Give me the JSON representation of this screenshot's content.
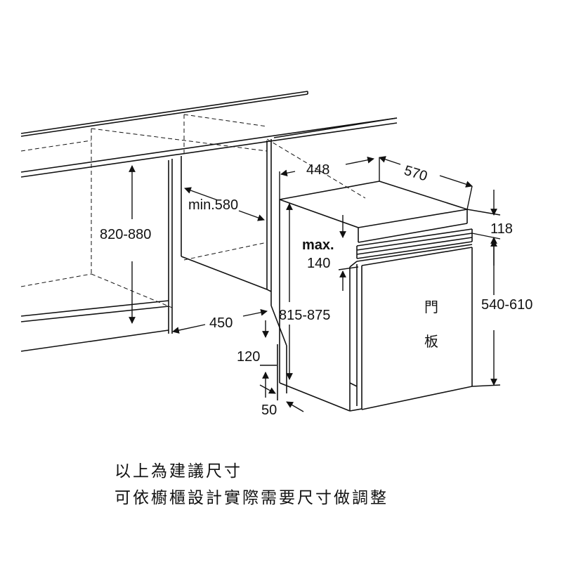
{
  "dimensions": {
    "niche_height": "820-880",
    "min_depth": "min.580",
    "niche_width_bottom": "450",
    "top_width": "448",
    "top_depth": "570",
    "top_gap": "118",
    "max_label": "max.",
    "max_value": "140",
    "body_height": "815-875",
    "door_height": "540-610",
    "plinth_height": "120",
    "plinth_depth": "50"
  },
  "door_panel": {
    "char1": "門",
    "char2": "板"
  },
  "notes": {
    "line1": "以上為建議尺寸",
    "line2": "可依櫥櫃設計實際需要尺寸做調整"
  }
}
